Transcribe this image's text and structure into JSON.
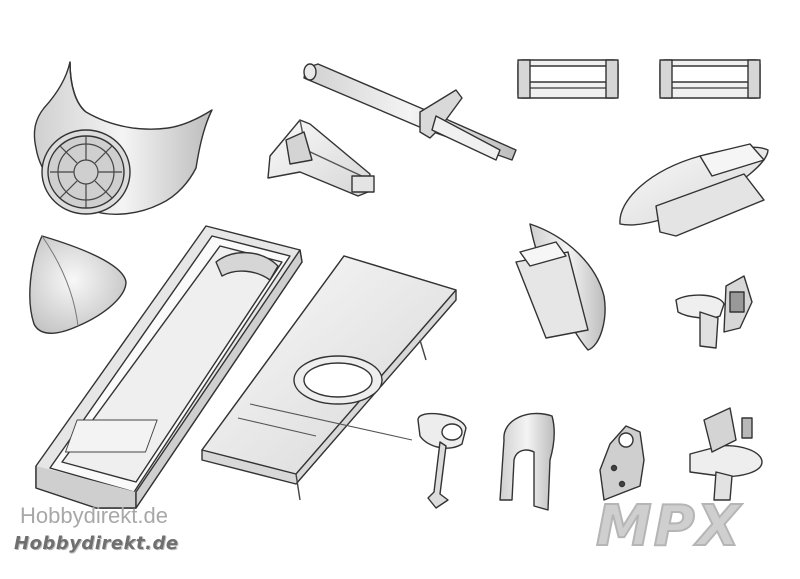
{
  "watermarks": {
    "site_plain": "Hobbydirekt.de",
    "site_stylized": "Hobbydirekt.de"
  },
  "brand": {
    "logo_text": "MPX",
    "logo_color": "#c8c8c8"
  },
  "colors": {
    "background": "#ffffff",
    "part_fill": "#ececec",
    "part_shadow": "#bdbdbd",
    "outline": "#3a3a3a"
  },
  "parts": [
    {
      "icon": "canopy-hood-icon"
    },
    {
      "icon": "spinner-cone-icon"
    },
    {
      "icon": "battery-tray-icon"
    },
    {
      "icon": "hatch-cover-icon"
    },
    {
      "icon": "wing-joiner-icon"
    },
    {
      "icon": "pushrod-guide-icon"
    },
    {
      "icon": "clip-left-icon"
    },
    {
      "icon": "clip-right-icon"
    },
    {
      "icon": "fairing-cover-icon"
    },
    {
      "icon": "nose-fairing-icon"
    },
    {
      "icon": "latch-connector-icon"
    },
    {
      "icon": "control-horn-icon"
    },
    {
      "icon": "bracket-clip-icon"
    },
    {
      "icon": "mounting-plate-icon"
    },
    {
      "icon": "canopy-latch-icon"
    }
  ]
}
